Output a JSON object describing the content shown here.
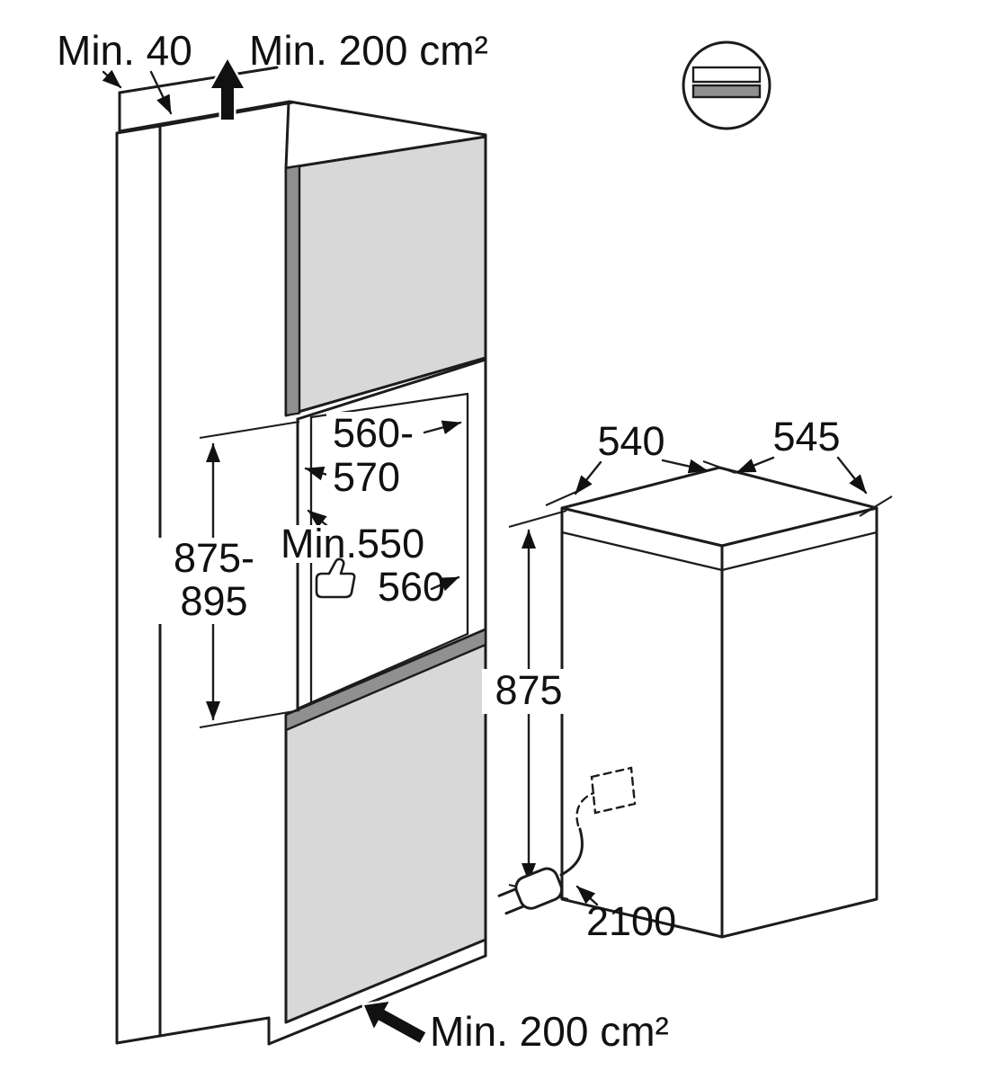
{
  "diagram": {
    "type": "installation-dimension-diagram",
    "subject": "Built-in refrigerator: niche dimensions and appliance dimensions",
    "units": "mm",
    "labels": {
      "top_clearance": "Min. 40",
      "top_ventilation_area": "Min. 200 cm²",
      "niche_width_line1": "560-",
      "niche_width_line2": "570",
      "niche_depth_min": "Min.550",
      "niche_depth_recommended": "560",
      "niche_height_line1": "875-",
      "niche_height_line2": "895",
      "appliance_width": "540",
      "appliance_depth": "545",
      "appliance_height": "875",
      "power_cord_length": "2100",
      "bottom_ventilation_area": "Min. 200 cm²"
    },
    "colors": {
      "line": "#1c1c1c",
      "door_panel_light": "#d8d8d8",
      "door_panel_dark": "#909090",
      "background": "#ffffff"
    },
    "icons": {
      "vent_grille": "vent-grille-icon",
      "thumbs_up": "thumbs-up-icon",
      "power_plug": "power-plug-icon",
      "socket_position": "socket-outline-icon",
      "airflow_top": "airflow-up-arrow-icon",
      "airflow_bottom": "airflow-in-arrow-icon"
    }
  }
}
